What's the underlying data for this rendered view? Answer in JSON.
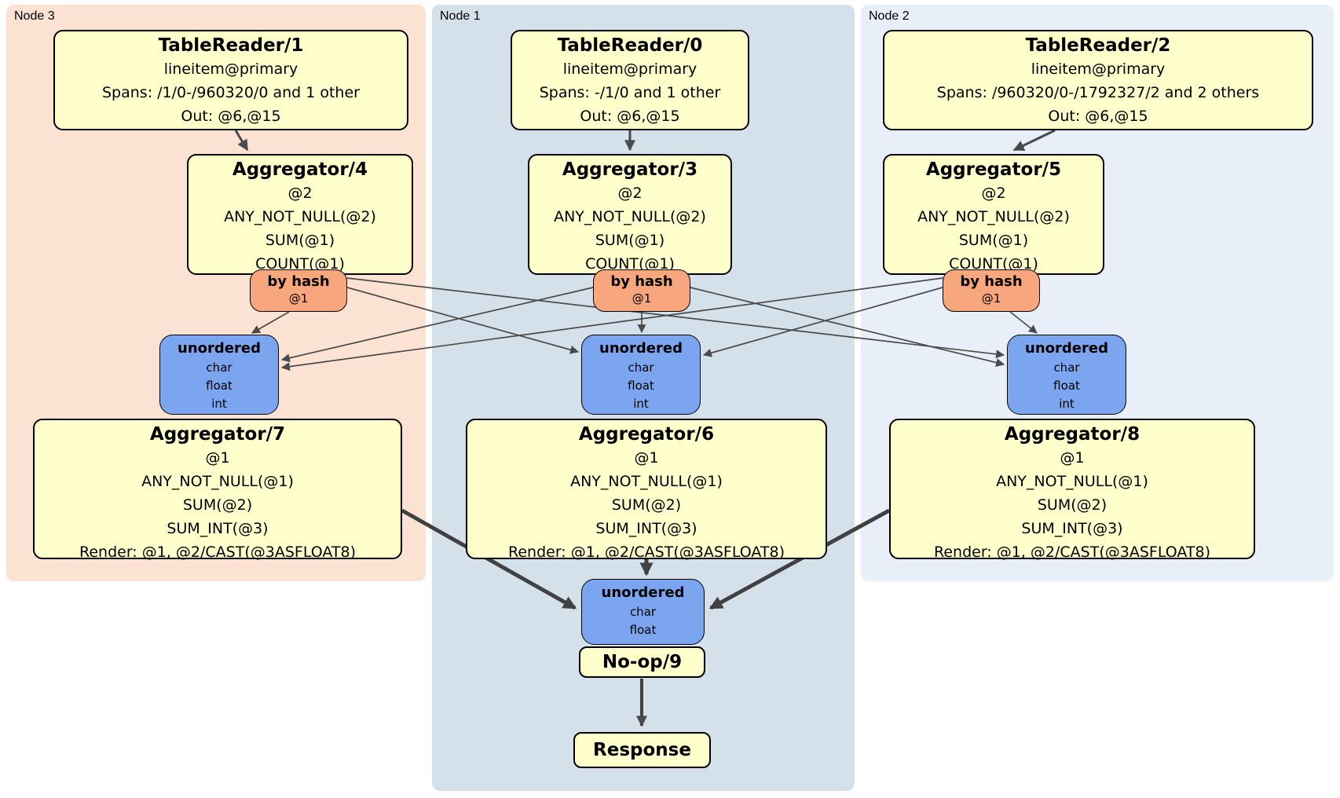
{
  "regions": [
    {
      "label": "Node 3"
    },
    {
      "label": "Node 1"
    },
    {
      "label": "Node 2"
    }
  ],
  "boxes": {
    "tablereader1": {
      "title": "TableReader/1",
      "lines": [
        "lineitem@primary",
        "Spans: /1/0-/960320/0 and 1 other",
        "Out: @6,@15"
      ]
    },
    "tablereader0": {
      "title": "TableReader/0",
      "lines": [
        "lineitem@primary",
        "Spans: -/1/0 and 1 other",
        "Out: @6,@15"
      ]
    },
    "tablereader2": {
      "title": "TableReader/2",
      "lines": [
        "lineitem@primary",
        "Spans: /960320/0-/1792327/2 and 2 others",
        "Out: @6,@15"
      ]
    },
    "aggregator4": {
      "title": "Aggregator/4",
      "lines": [
        "@2",
        "ANY_NOT_NULL(@2)",
        "SUM(@1)",
        "COUNT(@1)"
      ]
    },
    "aggregator3": {
      "title": "Aggregator/3",
      "lines": [
        "@2",
        "ANY_NOT_NULL(@2)",
        "SUM(@1)",
        "COUNT(@1)"
      ]
    },
    "aggregator5": {
      "title": "Aggregator/5",
      "lines": [
        "@2",
        "ANY_NOT_NULL(@2)",
        "SUM(@1)",
        "COUNT(@1)"
      ]
    },
    "router3": {
      "title": "by hash",
      "lines": [
        "@1"
      ]
    },
    "router1": {
      "title": "by hash",
      "lines": [
        "@1"
      ]
    },
    "router2": {
      "title": "by hash",
      "lines": [
        "@1"
      ]
    },
    "sync3": {
      "title": "unordered",
      "lines": [
        "char",
        "float",
        "int"
      ]
    },
    "sync1": {
      "title": "unordered",
      "lines": [
        "char",
        "float",
        "int"
      ]
    },
    "sync2": {
      "title": "unordered",
      "lines": [
        "char",
        "float",
        "int"
      ]
    },
    "aggregator7": {
      "title": "Aggregator/7",
      "lines": [
        "@1",
        "ANY_NOT_NULL(@1)",
        "SUM(@2)",
        "SUM_INT(@3)",
        "Render: @1, @2/CAST(@3ASFLOAT8)"
      ]
    },
    "aggregator6": {
      "title": "Aggregator/6",
      "lines": [
        "@1",
        "ANY_NOT_NULL(@1)",
        "SUM(@2)",
        "SUM_INT(@3)",
        "Render: @1, @2/CAST(@3ASFLOAT8)"
      ]
    },
    "aggregator8": {
      "title": "Aggregator/8",
      "lines": [
        "@1",
        "ANY_NOT_NULL(@1)",
        "SUM(@2)",
        "SUM_INT(@3)",
        "Render: @1, @2/CAST(@3ASFLOAT8)"
      ]
    },
    "syncfinal": {
      "title": "unordered",
      "lines": [
        "char",
        "float"
      ]
    },
    "noop9": {
      "title": "No-op/9"
    },
    "response": {
      "title": "Response"
    }
  },
  "colors": {
    "node3_bg": "#FBE2D2",
    "node1_bg": "#D4E1EA",
    "node2_bg": "#E9EFF8",
    "processor_bg": "#FFFFCB",
    "router_bg": "#F8A67D",
    "sync_bg": "#7BA6EF",
    "edge": "#4A4A4A"
  }
}
